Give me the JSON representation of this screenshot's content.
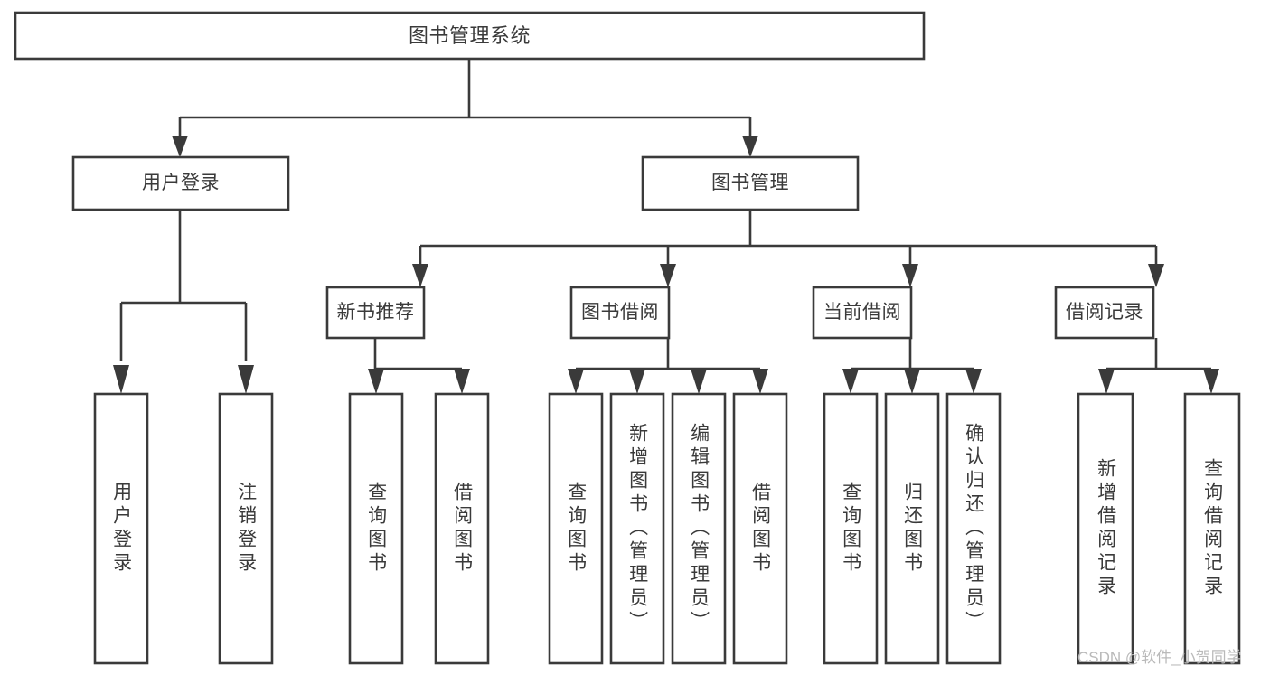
{
  "diagram": {
    "type": "tree-hierarchy",
    "title": "图书管理系统",
    "background_color": "#ffffff",
    "line_color": "#3a3a3a",
    "text_color": "#3a3a3a",
    "box_fill": "#ffffff"
  },
  "root": {
    "label": "图书管理系统"
  },
  "level2": {
    "user_login": {
      "label": "用户登录"
    },
    "book_manage": {
      "label": "图书管理"
    }
  },
  "level3": {
    "new_book_rec": {
      "label": "新书推荐"
    },
    "book_borrow": {
      "label": "图书借阅"
    },
    "current_borrow": {
      "label": "当前借阅"
    },
    "borrow_record": {
      "label": "借阅记录"
    }
  },
  "leaves": {
    "user_login_children": [
      {
        "label": "用户登录"
      },
      {
        "label": "注销登录"
      }
    ],
    "new_book_rec_children": [
      {
        "label": "查询图书"
      },
      {
        "label": "借阅图书"
      }
    ],
    "book_borrow_children": [
      {
        "label": "查询图书"
      },
      {
        "label": "新增图书（管理员）"
      },
      {
        "label": "编辑图书（管理员）"
      },
      {
        "label": "借阅图书"
      }
    ],
    "current_borrow_children": [
      {
        "label": "查询图书"
      },
      {
        "label": "归还图书"
      },
      {
        "label": "确认归还（管理员）"
      }
    ],
    "borrow_record_children": [
      {
        "label": "新增借阅记录"
      },
      {
        "label": "查询借阅记录"
      }
    ]
  },
  "watermark": {
    "text": "CSDN @软件_小贺同学"
  }
}
